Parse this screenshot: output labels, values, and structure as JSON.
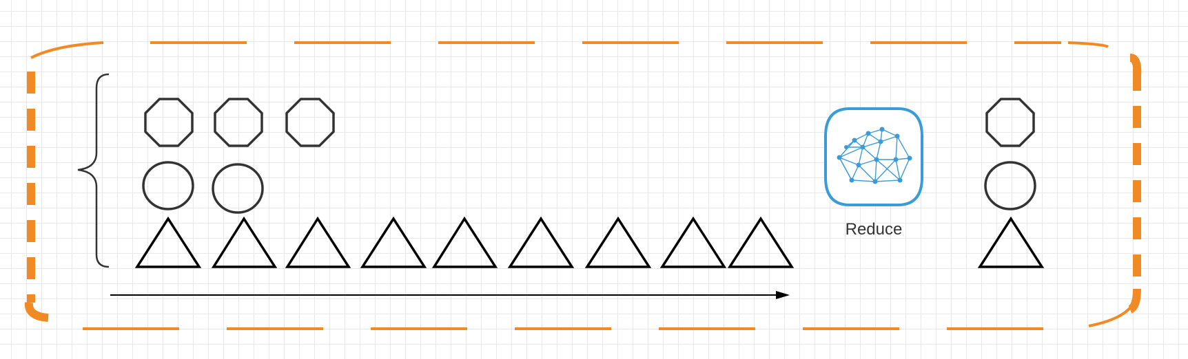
{
  "diagram": {
    "reduce_label": "Reduce",
    "colors": {
      "frame": "#f08a24",
      "shape_stroke": "#333333",
      "triangle_stroke": "#000000",
      "icon": "#3a9bd9",
      "arrow": "#000000"
    },
    "input_group": {
      "octagons": 3,
      "circles": 2,
      "triangles": 9
    },
    "output_group": {
      "octagons": 1,
      "circles": 1,
      "triangles": 1
    },
    "icons": [
      "curly-brace-icon",
      "arrow-right-icon",
      "neural-network-icon"
    ]
  }
}
